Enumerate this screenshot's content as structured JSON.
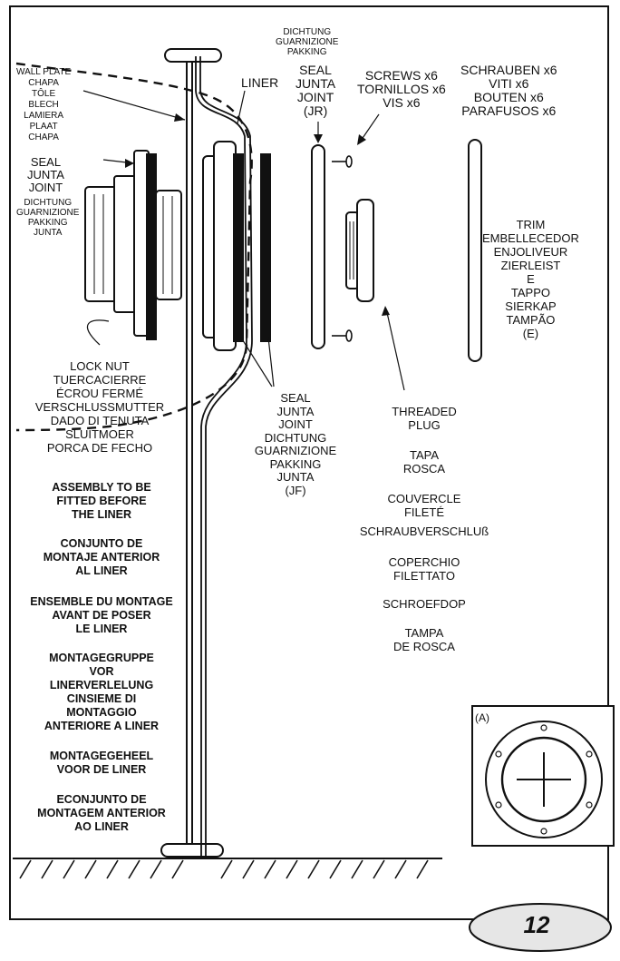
{
  "labels": {
    "dichtung_top": [
      "DICHTUNG",
      "GUARNIZIONE",
      "PAKKING"
    ],
    "seal_jr": [
      "SEAL",
      "JUNTA",
      "JOINT",
      "(JR)"
    ],
    "wall_plate": [
      "WALL PLATE",
      "CHAPA",
      "TÔLE",
      "BLECH",
      "LAMIERA",
      "PLAAT",
      "CHAPA"
    ],
    "liner": "LINER",
    "screws": [
      "SCREWS x6",
      "TORNILLOS x6",
      "VIS x6"
    ],
    "schrauben": [
      "SCHRAUBEN x6",
      "VITI x6",
      "BOUTEN x6",
      "PARAFUSOS x6"
    ],
    "seal_left_main": [
      "SEAL",
      "JUNTA",
      "JOINT"
    ],
    "seal_left_small": [
      "DICHTUNG",
      "GUARNIZIONE",
      "PAKKING",
      "JUNTA"
    ],
    "trim": [
      "TRIM",
      "EMBELLECEDOR",
      "ENJOLIVEUR",
      "ZIERLEIST",
      "E",
      "TAPPO",
      "SIERKAP",
      "TAMPÃO",
      "(E)"
    ],
    "lock_nut": [
      "LOCK NUT",
      "TUERCACIERRE",
      "ÉCROU FERMÉ",
      "VERSCHLUSSMUTTER",
      "DADO DI TENUTA",
      "SLUITMOER",
      "PORCA DE FECHO"
    ],
    "seal_jf": [
      "SEAL",
      "JUNTA",
      "JOINT",
      "DICHTUNG",
      "GUARNIZIONE",
      "PAKKING",
      "JUNTA",
      "(JF)"
    ]
  },
  "threaded_plug": [
    "THREADED\nPLUG",
    "TAPA\nROSCA",
    "COUVERCLE\nFILETÉ",
    "SCHRAUBVERSCHLUß",
    "COPERCHIO\nFILETTATO",
    "SCHROEFDOP",
    "TAMPA\nDE ROSCA"
  ],
  "assembly": [
    [
      "ASSEMBLY TO BE",
      "FITTED BEFORE",
      "THE LINER"
    ],
    [
      "CONJUNTO DE",
      "MONTAJE ANTERIOR",
      "AL LINER"
    ],
    [
      "ENSEMBLE DU MONTAGE",
      "AVANT DE POSER",
      "LE LINER"
    ],
    [
      "MONTAGEGRUPPE",
      "VOR",
      "LINERVERLELUNG",
      "CINSIEME DI",
      "MONTAGGIO",
      "ANTERIORE A LINER"
    ],
    [
      "MONTAGEGEHEEL",
      "VOOR DE LINER"
    ],
    [
      "ECONJUNTO DE",
      "MONTAGEM ANTERIOR",
      "AO LINER"
    ]
  ],
  "detail": {
    "label": "(A)"
  },
  "page_number": "12"
}
